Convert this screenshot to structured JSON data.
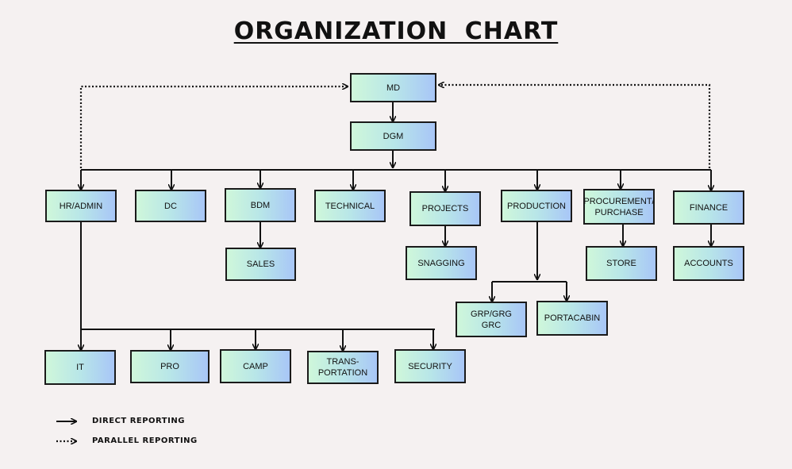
{
  "title": "ORGANIZATION CHART",
  "nodes": {
    "md": "MD",
    "dgm": "DGM",
    "hr_admin": "HR/ADMIN",
    "dc": "DC",
    "bdm": "BDM",
    "technical": "TECHNICAL",
    "projects": "PROJECTS",
    "production": "PRODUCTION",
    "procurement": "PROCUREMENT/\nPURCHASE",
    "finance": "FINANCE",
    "sales": "SALES",
    "snagging": "SNAGGING",
    "store": "STORE",
    "accounts": "ACCOUNTS",
    "grp": "GRP/GRG\nGRC",
    "portacabin": "PORTACABIN",
    "it": "IT",
    "pro": "PRO",
    "camp": "CAMP",
    "transportation": "TRANS-\nPORTATION",
    "security": "SECURITY"
  },
  "legend": {
    "direct": "DIRECT  REPORTING",
    "parallel": "PARALLEL REPORTING"
  }
}
